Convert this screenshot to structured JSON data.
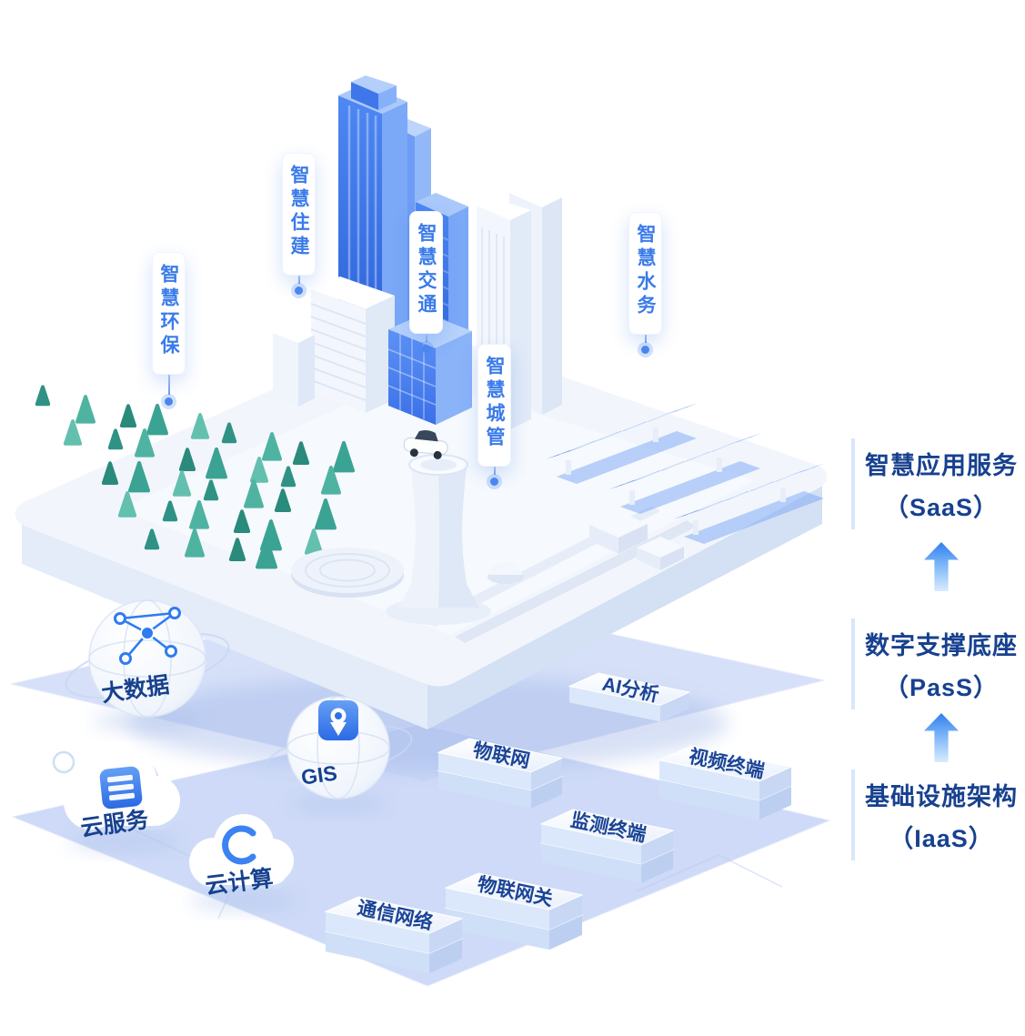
{
  "callouts": [
    {
      "id": "smart-environment",
      "label": "智慧环保"
    },
    {
      "id": "smart-housing",
      "label": "智慧住建"
    },
    {
      "id": "smart-traffic",
      "label": "智慧交通"
    },
    {
      "id": "smart-city-management",
      "label": "智慧城管"
    },
    {
      "id": "smart-water",
      "label": "智慧水务"
    }
  ],
  "tech_icons": [
    {
      "id": "big-data",
      "label": "大数据"
    },
    {
      "id": "gis",
      "label": "GIS"
    },
    {
      "id": "cloud-service",
      "label": "云服务"
    },
    {
      "id": "cloud-computing",
      "label": "云计算"
    }
  ],
  "slabs": [
    {
      "id": "iot",
      "label": "物联网"
    },
    {
      "id": "ai-analysis",
      "label": "AI分析"
    },
    {
      "id": "video-terminal",
      "label": "视频终端"
    },
    {
      "id": "monitoring-terminal",
      "label": "监测终端"
    },
    {
      "id": "iot-gateway",
      "label": "物联网关"
    },
    {
      "id": "communication-network",
      "label": "通信网络"
    }
  ],
  "architecture_layers": [
    {
      "id": "saas",
      "title": "智慧应用服务",
      "subtitle": "（SaaS）"
    },
    {
      "id": "paas",
      "title": "数字支撑底座",
      "subtitle": "（PasS）"
    },
    {
      "id": "iaas",
      "title": "基础设施架构",
      "subtitle": "（IaaS）"
    }
  ],
  "colors": {
    "primary_blue": "#2F7BF0",
    "deep_text_blue": "#17418F",
    "callout_blue": "#3A7BEA",
    "tree_teal": "#3BA394",
    "layer_sheet_blue": "#CDD9F7"
  }
}
